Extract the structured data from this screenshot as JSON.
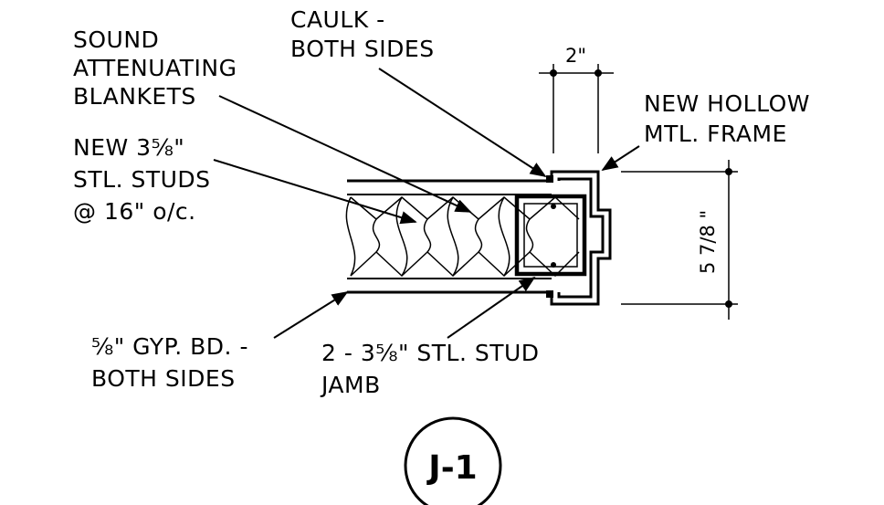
{
  "notes": {
    "sound_blankets": [
      "SOUND",
      "ATTENUATING",
      "BLANKETS"
    ],
    "studs": [
      "NEW 3⅝\"",
      "STL. STUDS",
      "@ 16\" o/c."
    ],
    "caulk": [
      "CAULK -",
      "BOTH SIDES"
    ],
    "frame": [
      "NEW HOLLOW",
      "MTL. FRAME"
    ],
    "gyp_board": [
      "⅝\" GYP. BD. -",
      "BOTH SIDES"
    ],
    "stud_jamb": [
      "2 - 3⅝\" STL. STUD",
      "JAMB"
    ]
  },
  "dimensions": {
    "frame_face": "2\"",
    "wall_thickness": "5 7/8 \""
  },
  "detail_tag": "J-1"
}
